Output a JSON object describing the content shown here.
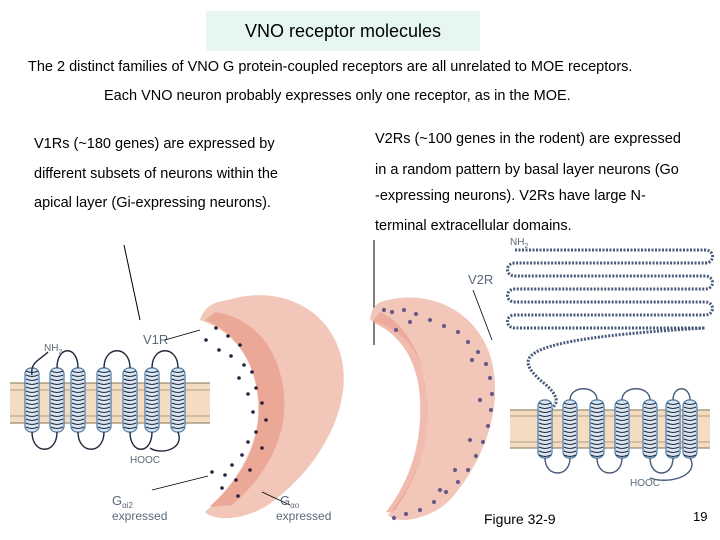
{
  "slide": {
    "title": "VNO receptor molecules",
    "intro_line_1": "The 2 distinct families of VNO G protein-coupled receptors are all unrelated to MOE receptors.",
    "intro_line_2": "Each VNO neuron probably expresses only one receptor, as in the MOE.",
    "left_column": [
      "V1Rs (~180 genes)  are expressed by",
      "different subsets of neurons within the",
      "apical layer (Gi-expressing neurons)."
    ],
    "right_column": [
      "V2Rs (~100 genes in the rodent) are expressed",
      "in a random pattern by basal layer neurons (Go",
      "-expressing neurons). V2Rs have large N-",
      "terminal extracellular domains."
    ],
    "figure_caption": "Figure 32-9",
    "page_number": "19"
  },
  "figure": {
    "v1r_label": "V1R",
    "v2r_label": "V2R",
    "nh2_label": "NH",
    "nh2_subscript": "2",
    "hooc_label": "HOOC",
    "g_letter": "G",
    "gi2_subscript": "αi2",
    "go_subscript": "αo",
    "expressed_label": "expressed",
    "colors": {
      "organ_outer": "#f2c6b8",
      "organ_inner": "#e9a08e",
      "neuron_dot": "#2a2040",
      "v2r_dot": "#6a5a8a",
      "helix": "#4a7aa8",
      "membrane": "#f3dcc0",
      "membrane_line": "#9a8a70",
      "chain": "#1e2a3a",
      "v2r_chain": "#4a5a7a"
    }
  }
}
